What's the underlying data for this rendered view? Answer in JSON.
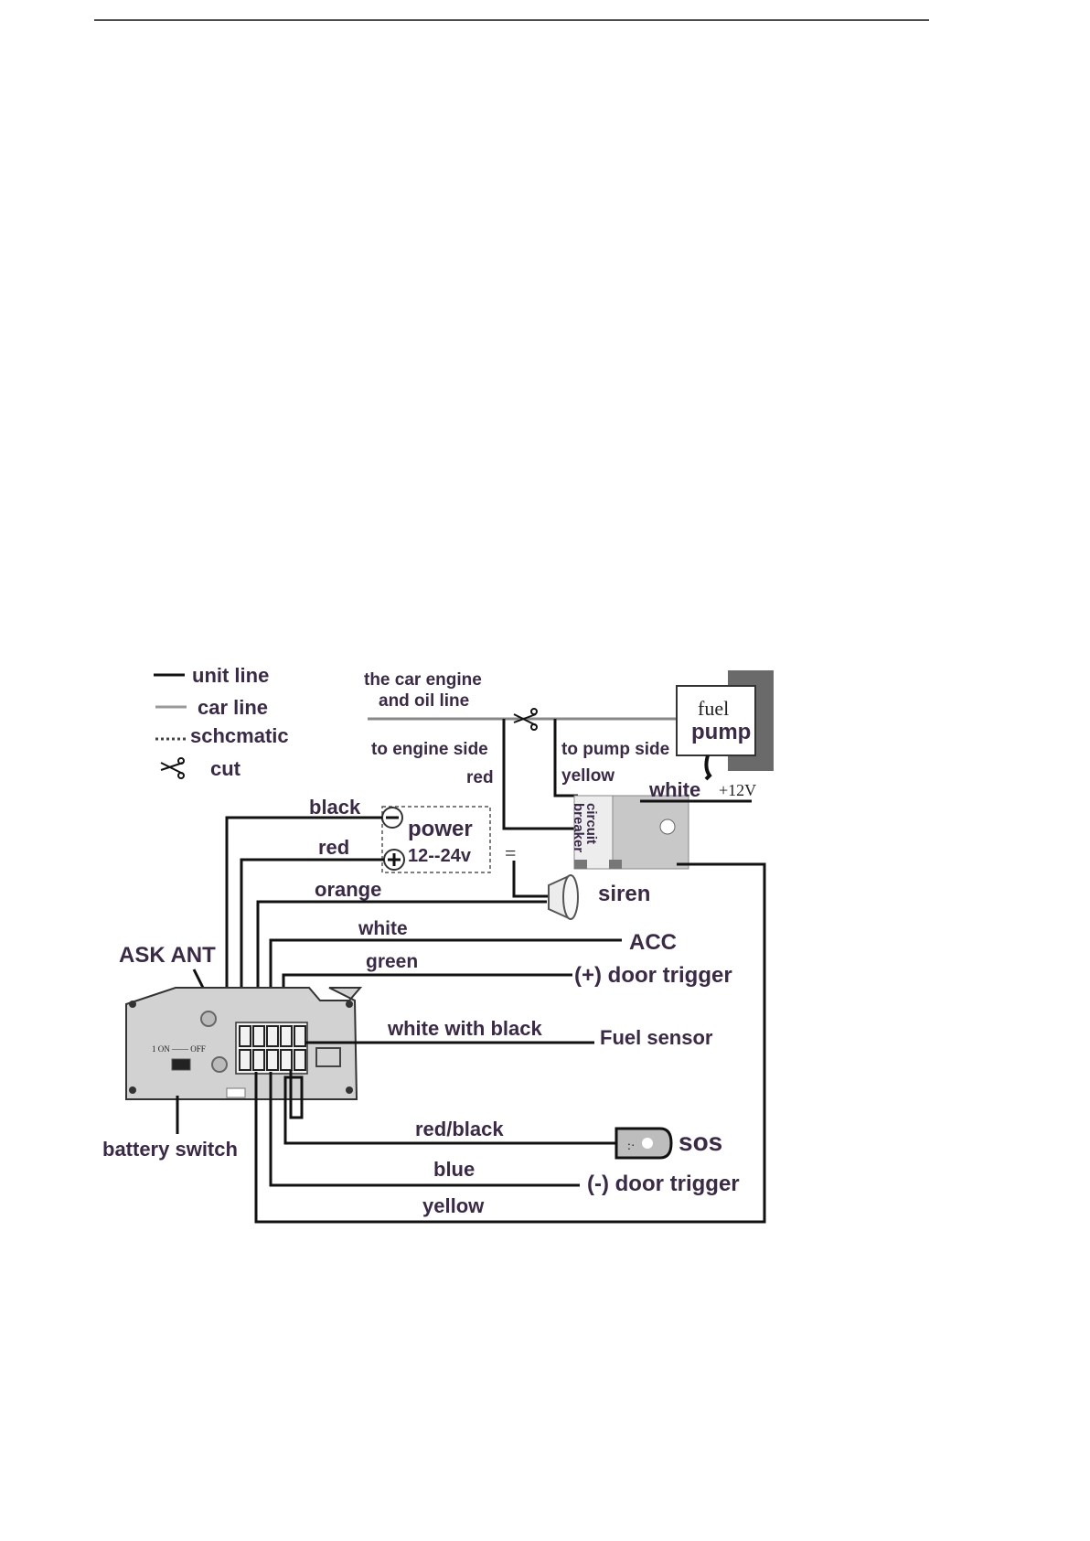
{
  "legend": {
    "unit_line": "unit line",
    "car_line": "car line",
    "schematic": "schcmatic",
    "cut": "cut"
  },
  "top": {
    "engine_line_1": "the car engine",
    "engine_line_2": "and oil line",
    "to_engine_side": "to engine side",
    "to_pump_side": "to pump side",
    "red": "red",
    "yellow": "yellow",
    "white": "white",
    "plus12v": "+12V",
    "fuel": "fuel",
    "pump": "pump",
    "circuit": "circuit",
    "breaker": "breaker"
  },
  "power": {
    "black": "black",
    "red": "red",
    "label": "power",
    "range": "12--24v"
  },
  "wires": {
    "orange": "orange",
    "siren": "siren",
    "white": "white",
    "acc": "ACC",
    "green": "green",
    "door_plus": "(+) door trigger",
    "white_black": "white with black",
    "fuel_sensor": "Fuel sensor",
    "red_black": "red/black",
    "sos": "sos",
    "blue": "blue",
    "door_minus": "(-) door trigger",
    "yellow": "yellow"
  },
  "device": {
    "ask_ant": "ASK ANT",
    "on_off": "1 ON —— OFF",
    "battery_switch": "battery switch"
  },
  "colors": {
    "text": "#3a2a48",
    "wire": "#1a1a1a",
    "device_body": "#d2d2d2",
    "fuel_pump_box": "#6a6a6a"
  }
}
